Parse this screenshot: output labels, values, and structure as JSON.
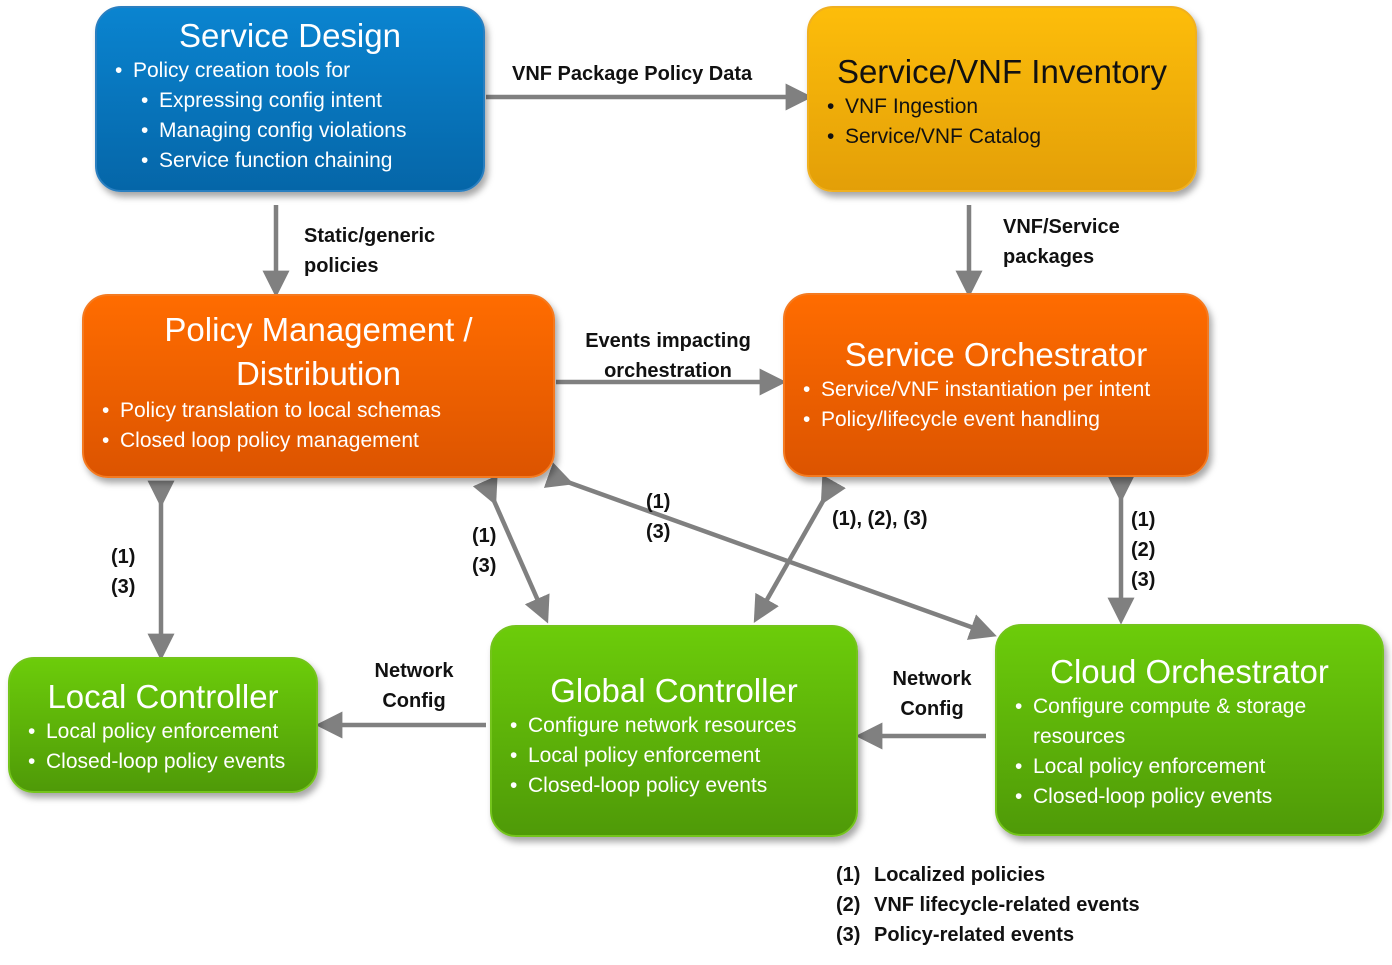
{
  "nodes": {
    "service_design": {
      "title": "Service Design",
      "items": [
        "Policy creation tools for"
      ],
      "sub_items": [
        "Expressing config intent",
        "Managing config violations",
        "Service function chaining"
      ],
      "color": "#0a7cc4"
    },
    "inventory": {
      "title": "Service/VNF Inventory",
      "items": [
        "VNF Ingestion",
        "Service/VNF Catalog"
      ],
      "color": "#f5b00a"
    },
    "policy_mgmt": {
      "title_line1": "Policy Management /",
      "title_line2": "Distribution",
      "items": [
        "Policy translation to local schemas",
        "Closed loop policy management"
      ],
      "color": "#f26400"
    },
    "service_orchestrator": {
      "title": "Service Orchestrator",
      "items": [
        "Service/VNF instantiation per intent",
        "Policy/lifecycle event handling"
      ],
      "color": "#f26400"
    },
    "local_controller": {
      "title": "Local Controller",
      "items": [
        "Local policy enforcement",
        "Closed-loop policy events"
      ],
      "color": "#5fb40a"
    },
    "global_controller": {
      "title": "Global Controller",
      "items": [
        "Configure network resources",
        "Local policy enforcement",
        "Closed-loop policy events"
      ],
      "color": "#5fb40a"
    },
    "cloud_orchestrator": {
      "title": "Cloud Orchestrator",
      "items": [
        "Configure compute & storage",
        "resources",
        "Local policy enforcement",
        "Closed-loop policy events"
      ],
      "color": "#5fb40a"
    }
  },
  "edges": {
    "design_to_inventory": "VNF Package Policy Data",
    "design_to_policy": [
      "Static/generic",
      "policies"
    ],
    "inventory_to_orchestrator": [
      "VNF/Service",
      "packages"
    ],
    "policy_to_orchestrator": [
      "Events impacting",
      "orchestration"
    ],
    "policy_local": [
      "(1)",
      "(3)"
    ],
    "policy_global": [
      "(1)",
      "(3)"
    ],
    "policy_cloud": [
      "(1)",
      "(3)"
    ],
    "orchestrator_global": "(1), (2), (3)",
    "orchestrator_cloud": [
      "(1)",
      "(2)",
      "(3)"
    ],
    "global_to_local": [
      "Network",
      "Config"
    ],
    "cloud_to_global": [
      "Network",
      "Config"
    ]
  },
  "legend": [
    {
      "key": "(1)",
      "label": "Localized policies"
    },
    {
      "key": "(2)",
      "label": "VNF lifecycle-related events"
    },
    {
      "key": "(3)",
      "label": "Policy-related events"
    }
  ],
  "arrow_color": "#808080"
}
